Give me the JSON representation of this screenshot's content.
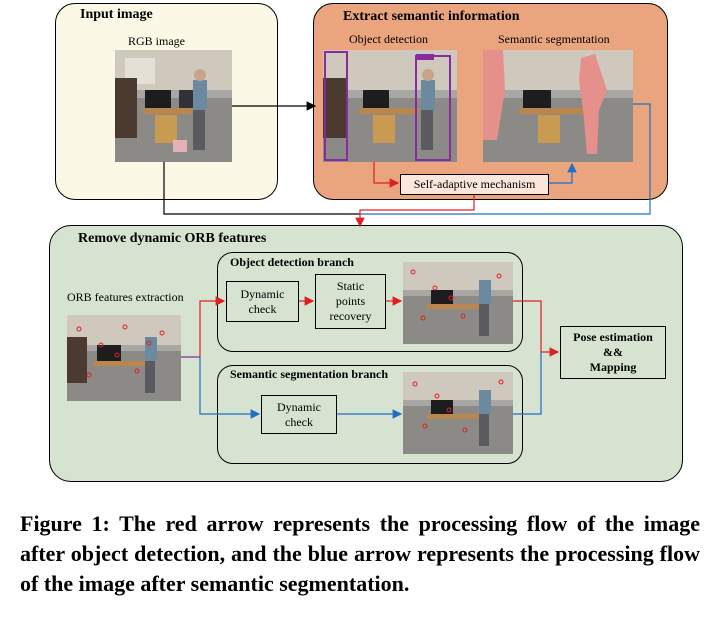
{
  "input_panel": {
    "title": "Input image",
    "image_label": "RGB image"
  },
  "extract_panel": {
    "title": "Extract semantic information",
    "object_detection_label": "Object detection",
    "semantic_segmentation_label": "Semantic segmentation",
    "mechanism_label": "Self-adaptive mechanism"
  },
  "remove_panel": {
    "title": "Remove dynamic ORB features",
    "orb_label": "ORB features extraction",
    "od_branch": {
      "title": "Object detection branch",
      "dynamic_check": "Dynamic\ncheck",
      "static_recovery": "Static\npoints\nrecovery"
    },
    "ss_branch": {
      "title": "Semantic segmentation branch",
      "dynamic_check": "Dynamic\ncheck"
    },
    "pose_label": "Pose estimation\n&&\nMapping"
  },
  "caption": "Figure 1: The red arrow represents the processing flow of the image after object detection, and the blue arrow represents the processing flow of the image after semantic segmentation.",
  "colors": {
    "input_bg": "#fbf8e6",
    "extract_bg": "#eaa57f",
    "remove_bg": "#d6e3d0",
    "red_flow": "#e02020",
    "blue_flow": "#1f6fc4",
    "mask": "#e5908a",
    "bbox": "#8a2aa0"
  }
}
